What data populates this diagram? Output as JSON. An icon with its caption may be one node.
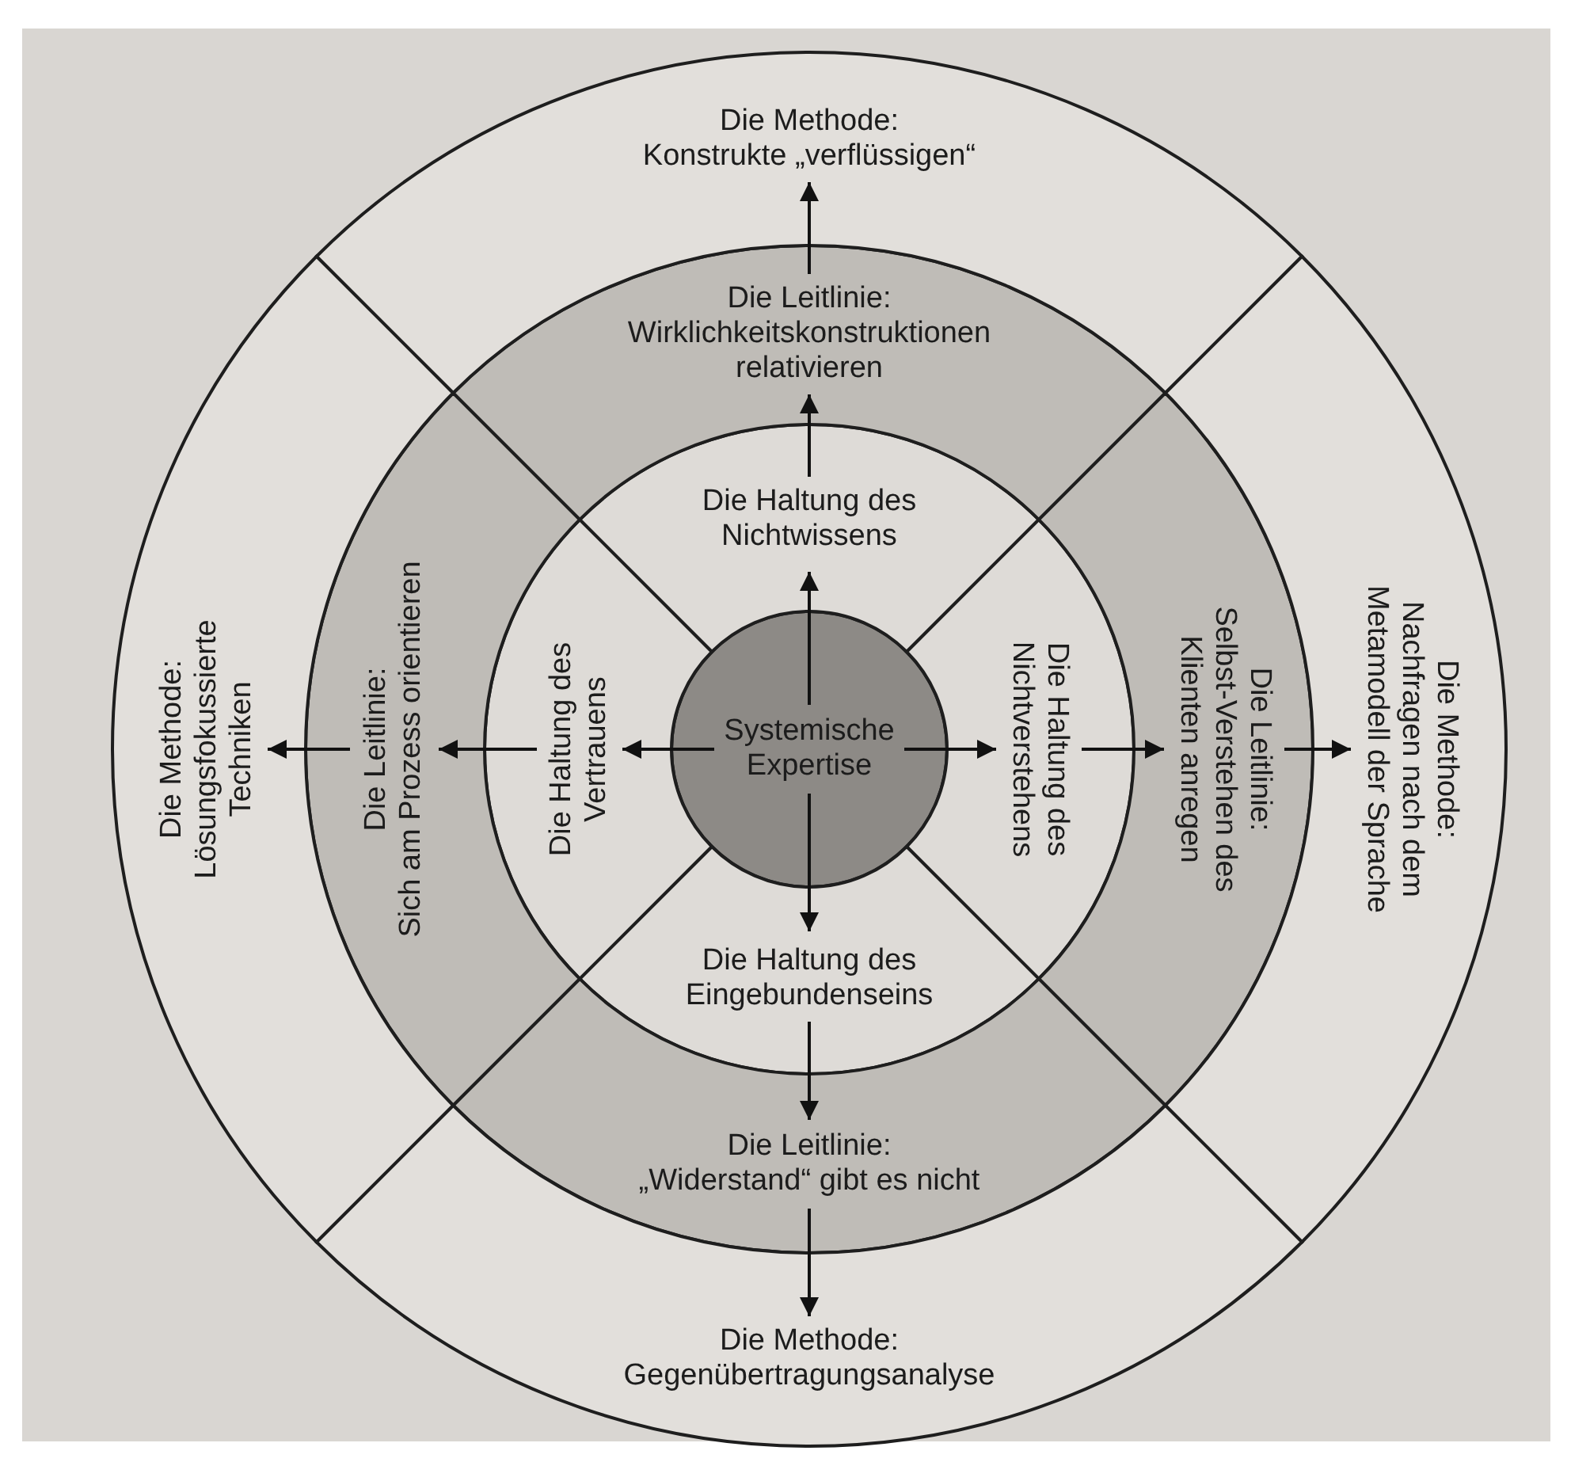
{
  "diagram": {
    "nodes": [
      {
        "text": [
          "Systemische Expertise"
        ]
      },
      {
        "text": [
          "Die Haltung des Nichtwissens"
        ]
      },
      {
        "text": [
          "Die Haltung des Nichtverstehens"
        ]
      },
      {
        "text": [
          "Die Haltung des Eingebundenseins"
        ]
      },
      {
        "text": [
          "Die Haltung des Vertrauens"
        ]
      },
      {
        "text": [
          "Die Leitlinie: Wirklichkeitskonstruktionen relativieren"
        ]
      },
      {
        "text": [
          "Die Leitlinie: Selbst-Verstehen des Klienten anregen"
        ]
      },
      {
        "text": [
          "Die Leitlinie: „Widerstand“ gibt es nicht"
        ]
      },
      {
        "text": [
          "Die Leitlinie: Sich am Prozess orientieren"
        ]
      },
      {
        "text": [
          "Die Methode: Konstrukte „verflüssigen“"
        ]
      },
      {
        "text": [
          "Die Methode: Nachfragen nach dem Metamodell der Sprache"
        ]
      },
      {
        "text": [
          "Die Methode: Gegenübertragungsanalyse"
        ]
      },
      {
        "text": [
          "Die Methode: Lösungsfokussierte Techniken"
        ]
      }
    ],
    "edges": [
      {
        "from": 0,
        "to": 1,
        "arrow": "to"
      },
      {
        "from": 0,
        "to": 2,
        "arrow": "to"
      },
      {
        "from": 0,
        "to": 3,
        "arrow": "to"
      },
      {
        "from": 0,
        "to": 4,
        "arrow": "to"
      },
      {
        "from": 1,
        "to": 5,
        "arrow": "to"
      },
      {
        "from": 2,
        "to": 6,
        "arrow": "to"
      },
      {
        "from": 3,
        "to": 7,
        "arrow": "to"
      },
      {
        "from": 4,
        "to": 8,
        "arrow": "to"
      },
      {
        "from": 5,
        "to": 9,
        "arrow": "to"
      },
      {
        "from": 6,
        "to": 10,
        "arrow": "to"
      },
      {
        "from": 7,
        "to": 11,
        "arrow": "to"
      },
      {
        "from": 8,
        "to": 12,
        "arrow": "to"
      }
    ]
  }
}
